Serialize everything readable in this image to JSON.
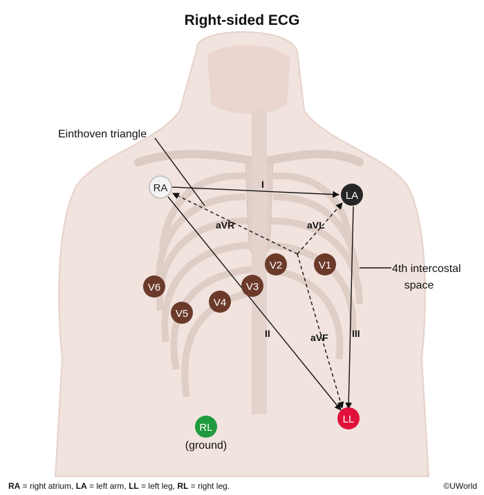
{
  "title": "Right-sided ECG",
  "electrodes": {
    "RA": {
      "label": "RA",
      "color": "#f3f3f3",
      "text_color": "#222222"
    },
    "LA": {
      "label": "LA",
      "color": "#262626",
      "text_color": "#ffffff"
    },
    "LL": {
      "label": "LL",
      "color": "#e0103a",
      "text_color": "#ffffff"
    },
    "RL": {
      "label": "RL",
      "sub": "(ground)",
      "color": "#1f9a3e",
      "text_color": "#ffffff"
    },
    "V1": {
      "label": "V1",
      "color": "#6b3a2a",
      "text_color": "#ffffff"
    },
    "V2": {
      "label": "V2",
      "color": "#6b3a2a",
      "text_color": "#ffffff"
    },
    "V3": {
      "label": "V3",
      "color": "#6b3a2a",
      "text_color": "#ffffff"
    },
    "V4": {
      "label": "V4",
      "color": "#6b3a2a",
      "text_color": "#ffffff"
    },
    "V5": {
      "label": "V5",
      "color": "#6b3a2a",
      "text_color": "#ffffff"
    },
    "V6": {
      "label": "V6",
      "color": "#6b3a2a",
      "text_color": "#ffffff"
    }
  },
  "leads": {
    "I": "I",
    "II": "II",
    "III": "III",
    "aVR": "aVR",
    "aVL": "aVL",
    "aVF": "aVF"
  },
  "annotations": {
    "einthoven": "Einthoven triangle",
    "intercostal_line1": "4th intercostal",
    "intercostal_line2": "space"
  },
  "footer": {
    "ra_abbr": "RA",
    "ra_text": " = right atrium, ",
    "la_abbr": "LA",
    "la_text": " = left arm, ",
    "ll_abbr": "LL",
    "ll_text": " = left leg, ",
    "rl_abbr": "RL",
    "rl_text": " = right leg."
  },
  "credit": "©UWorld"
}
